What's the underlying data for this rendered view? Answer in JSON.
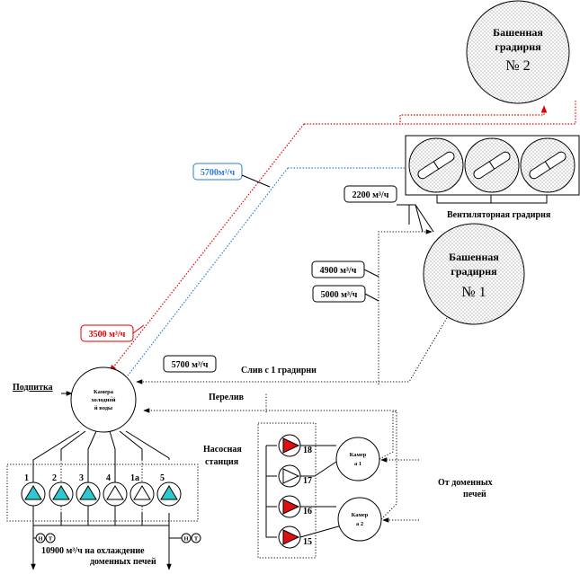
{
  "tower2": {
    "line1": "Башенная",
    "line2": "градирня",
    "line3": "№ 2"
  },
  "tower1": {
    "line1": "Башенная",
    "line2": "градирня",
    "line3": "№ 1"
  },
  "fan_tower": {
    "label": "Вентиляторная градирня"
  },
  "flows": {
    "f5700_top": "5700м³/ч",
    "f2200": "2200 м³/ч",
    "f4900": "4900 м³/ч",
    "f5000": "5000 м³/ч",
    "f3500": "3500 м³/ч",
    "f5700_mid": "5700 м³/ч"
  },
  "labels": {
    "drain": "Слив  с  1 градирни",
    "makeup": "Подпитка",
    "overflow": "Перелив",
    "pump_station_1": "Насосная",
    "pump_station_2": "станция",
    "from_furnaces_1": "От доменных",
    "from_furnaces_2": "печей",
    "bottom_1": "10900 м³/ч на охлаждение",
    "bottom_2": "доменных печей"
  },
  "cold_chamber": {
    "line1": "Камера",
    "line2": "холодно́й",
    "line3": "й воды"
  },
  "chamber1": {
    "line1": "Камер",
    "line2": "а 1"
  },
  "chamber2": {
    "line1": "Камер",
    "line2": "а 2"
  },
  "meters": {
    "n": "Н",
    "t": "Т"
  },
  "pumps_bottom": [
    {
      "number": "1",
      "fill": "#2ec9cf"
    },
    {
      "number": "2",
      "fill": "#2ec9cf"
    },
    {
      "number": "3",
      "fill": "#2ec9cf"
    },
    {
      "number": "4",
      "fill": "#ffffff"
    },
    {
      "number": "1а",
      "fill": "#ffffff"
    },
    {
      "number": "5",
      "fill": "#2ec9cf"
    }
  ],
  "pumps_right": [
    {
      "number": "18",
      "fill": "#e01010"
    },
    {
      "number": "17",
      "fill": "#ffffff"
    },
    {
      "number": "16",
      "fill": "#e01010"
    },
    {
      "number": "15",
      "fill": "#e01010"
    }
  ],
  "colors": {
    "red": "#e00000",
    "blue": "#2e7bd6",
    "cyan": "#2ec9cf"
  }
}
